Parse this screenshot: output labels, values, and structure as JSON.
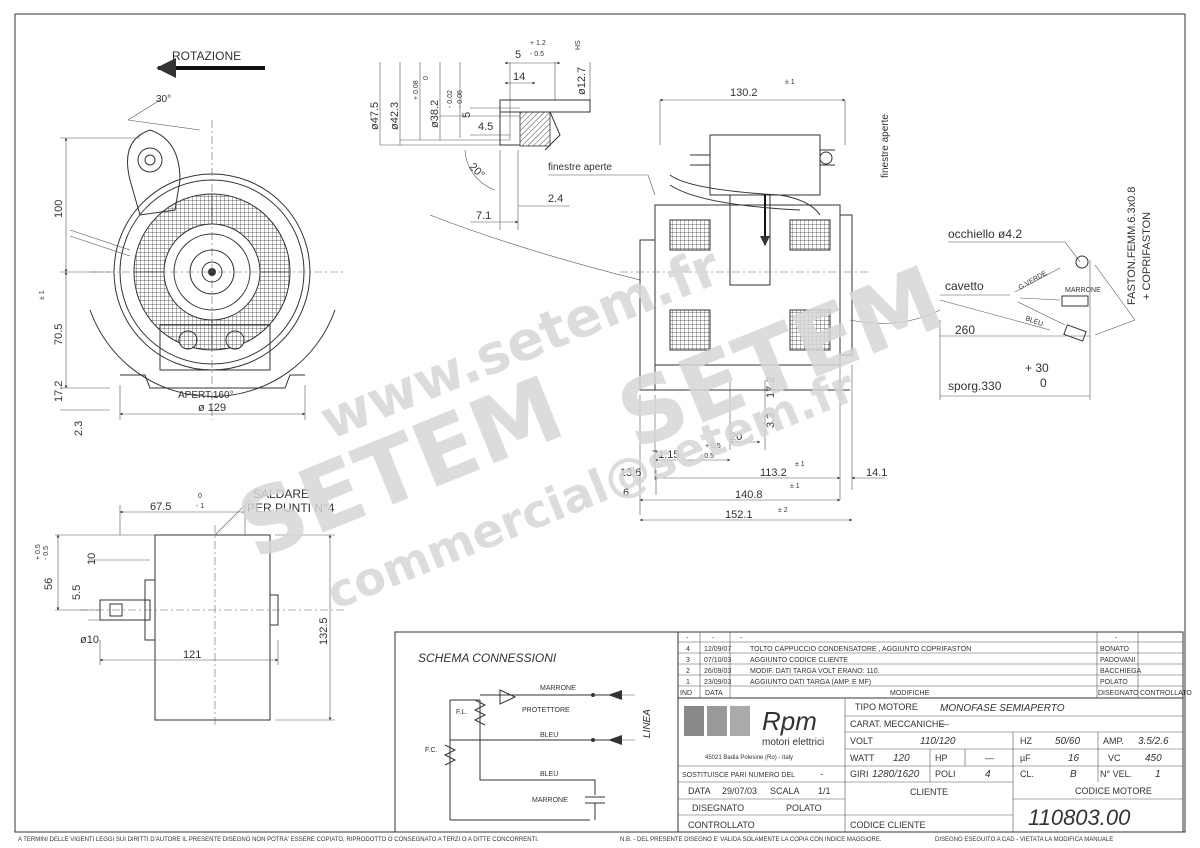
{
  "rotation": {
    "label": "ROTAZIONE",
    "angle": "30°"
  },
  "front_view": {
    "dims": {
      "d100": "100",
      "d70": "70.5",
      "d70_tol": "± 1",
      "d17": "17.2",
      "d2": "2.3",
      "d129": "ø 129"
    },
    "aperture": "APERT.160°"
  },
  "shaft_detail": {
    "dims": {
      "tol12": "+ 1.2",
      "d5": "5",
      "tol05": "- 0.5",
      "d12_7": "ø12.7",
      "hs": "HS",
      "d14": "14",
      "d47": "ø47.5",
      "d42": "ø42.3",
      "d38": "ø38.2",
      "d38_tol": "+ 0.08",
      "d38_tol2": "0",
      "d5b": "5",
      "d5b_tol": "- 0.02",
      "d5b_tol2": "- 0.06",
      "d4_5": "4.5",
      "d20": "20°",
      "d7_1": "7.1",
      "d2_4": "2.4"
    },
    "windows_left": "finestre aperte"
  },
  "side_view": {
    "dims": {
      "d130": "130.2",
      "d130_tol": "± 1",
      "d17": "17.2",
      "d3": "3.3",
      "d20": "20",
      "d05": "+ 0.5",
      "d71": "71.15",
      "d71_tol": "- 0.5",
      "d113": "113.2",
      "d113_tol": "± 1",
      "d13": "13.6",
      "d14": "14.1",
      "d140": "140.8",
      "d140_tol": "± 1",
      "d152": "152.1",
      "d152_tol": "± 2",
      "d6": "6"
    },
    "windows_right": "finestre aperte"
  },
  "cable": {
    "occhiello": "occhiello ø4.2",
    "cavetto": "cavetto",
    "faston": "FASTON.FEMM.6.3x0.8",
    "coprifaston": "+ COPRIFASTON",
    "gverde": "G.VERDE",
    "marrone": "MARRONE",
    "bleu": "BLEU",
    "d260": "260",
    "d30": "+ 30",
    "sporg": "sporg.330",
    "zero": "0"
  },
  "bottom_view": {
    "saldare": "SALDARE",
    "per_punti": "PER PUNTI N°4",
    "dims": {
      "d67": "67.5",
      "d67_tol": "0",
      "d67_tol2": "- 1",
      "d56": "56",
      "d56_tol": "+ 0.5",
      "d56_tol2": "- 0.5",
      "d5_5": "5.5",
      "d10": "ø10",
      "d121": "121",
      "d132": "132.5",
      "d10b": "10"
    }
  },
  "schema": {
    "title": "SCHEMA CONNESSIONI",
    "marrone": "MARRONE",
    "protettore": "PROTETTORE",
    "bleu": "BLEU",
    "bleu2": "BLEU",
    "marrone2": "MARRONE",
    "fl": "F.L.",
    "fc": "F.C.",
    "linea": "LINEA"
  },
  "revisions": {
    "header": [
      "-",
      "-",
      "-",
      "-"
    ],
    "rows": [
      {
        "ind": "4",
        "date": "12/09/07",
        "text": "TOLTO CAPPUCCIO  CONDENSATORE , AGGIUNTO COPRIFASTON",
        "by": "BONATO"
      },
      {
        "ind": "3",
        "date": "07/10/03",
        "text": "AGGIUNTO CODICE CLIENTE",
        "by": "PADOVANI"
      },
      {
        "ind": "2",
        "date": "26/09/03",
        "text": "MODIF. DATI TARGA VOLT ERANO: 110.",
        "by": "BACCHIEGA"
      },
      {
        "ind": "1",
        "date": "23/09/03",
        "text": "AGGIUNTO DATI TARGA (AMP. E MF)",
        "by": "POLATO"
      }
    ],
    "col_ind": "IND",
    "col_data": "DATA",
    "col_modifiche": "MODIFICHE",
    "col_disegnato": "DISEGNATO",
    "col_controllato": "CONTROLLATO"
  },
  "company": {
    "logo": "Rpm",
    "subtitle": "motori elettrici",
    "address": "45021 Badia Polesine (Ro) - Italy"
  },
  "motor": {
    "tipo_label": "TIPO MOTORE",
    "tipo_value": "MONOFASE SEMIAPERTO",
    "carat_label": "CARAT. MECCANICHE",
    "carat_value": "—",
    "volt_label": "VOLT",
    "volt_value": "110/120",
    "hz_label": "HZ",
    "hz_value": "50/60",
    "amp_label": "AMP.",
    "amp_value": "3.5/2.6",
    "watt_label": "WATT",
    "watt_value": "120",
    "hp_label": "HP",
    "hp_value": "—",
    "uf_label": "µF",
    "uf_value": "16",
    "vc_label": "VC",
    "vc_value": "450",
    "giri_label": "GIRI",
    "giri_value": "1280/1620",
    "poli_label": "POLI",
    "poli_value": "4",
    "cl_label": "CL.",
    "cl_value": "B",
    "nvel_label": "N° VEL.",
    "nvel_value": "1"
  },
  "admin": {
    "sostituisce": "SOSTITUISCE PARI NUMERO DEL",
    "sostituisce_value": "-",
    "data_label": "DATA",
    "data_value": "29/07/03",
    "scala_label": "SCALA",
    "scala_value": "1/1",
    "disegnato_label": "DISEGNATO",
    "disegnato_value": "POLATO",
    "controllato_label": "CONTROLLATO",
    "cliente_label": "CLIENTE",
    "codice_cliente": "CODICE CLIENTE",
    "codice_motore_label": "CODICE MOTORE",
    "codice_motore": "110803.00"
  },
  "footer": {
    "left": "A TERMINI DELLE VIGENTI LEGGI SUI DIRITTI D'AUTORE IL PRESENTE DISEGNO NON POTRA' ESSERE COPIATO, RIPRODOTTO O CONSEGNATO A TERZI O A DITTE CONCORRENTI.",
    "mid": "N.B. - DEL PRESENTE DISEGNO E' VALIDA SOLAMENTE LA COPIA CON INDICE MAGGIORE.",
    "right": "DISEGNO ESEGUITO A CAD - VIETATA LA MODIFICA MANUALE"
  },
  "watermark": {
    "url": "www.setem.fr",
    "brand1": "SETEM",
    "brand2": "SETEM",
    "email": "commercial@setem.fr"
  }
}
